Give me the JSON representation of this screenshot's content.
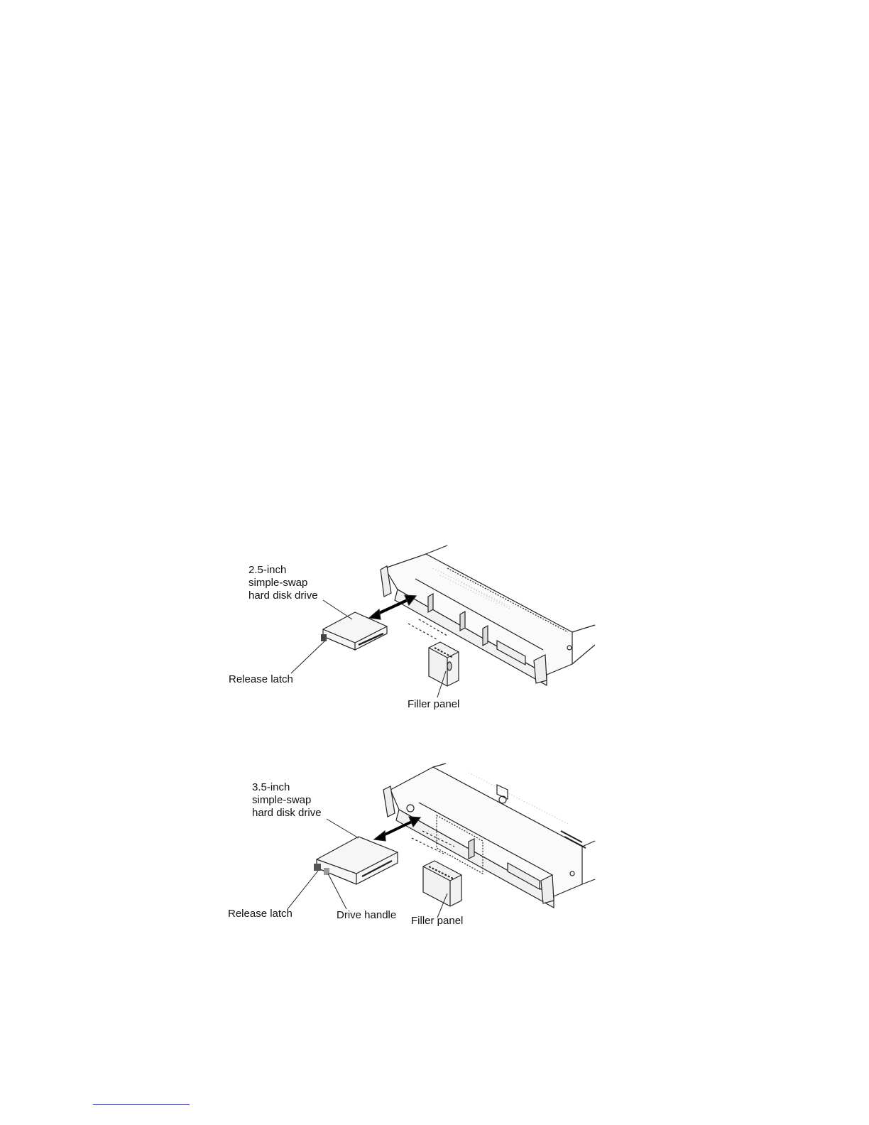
{
  "figure1": {
    "drive_label": [
      "2.5-inch",
      "simple-swap",
      "hard disk drive"
    ],
    "release_latch": "Release latch",
    "filler_panel": "Filler panel"
  },
  "figure2": {
    "drive_label": [
      "3.5-inch",
      "simple-swap",
      "hard disk drive"
    ],
    "release_latch": "Release latch",
    "drive_handle": "Drive handle",
    "filler_panel": "Filler panel"
  }
}
